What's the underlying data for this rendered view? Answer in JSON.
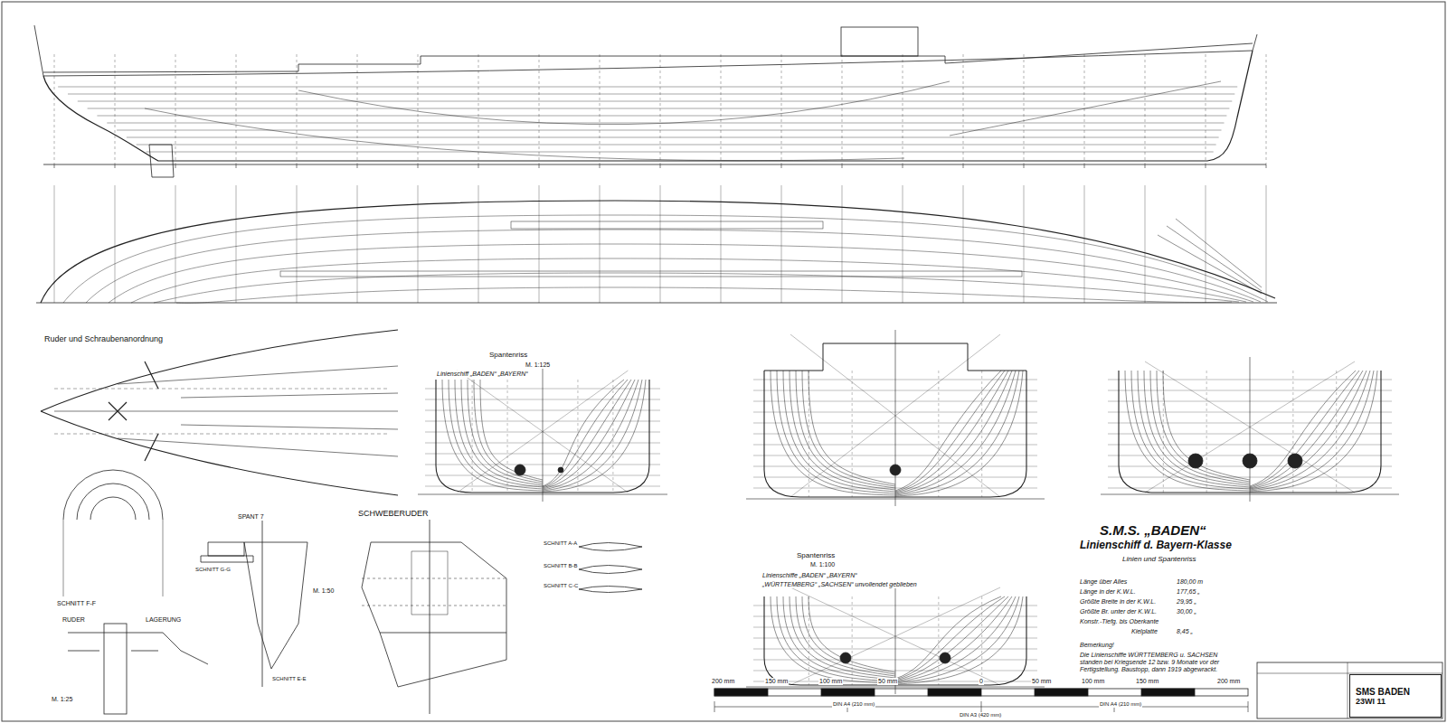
{
  "diagram": {
    "title": "S.M.S. „BADEN“",
    "nodes": [
      {
        "text": [
          "SMS BADEN",
          "23WI 11"
        ]
      }
    ],
    "labels": [
      "Ruder und Schraubenanordnung",
      "Spantenriss",
      "M. 1:125",
      "Linienschiff „BADEN“ „BAYERN“",
      "SCHWEBERUDER",
      "SCHNITT F-F",
      "RUDER",
      "LAGERUNG",
      "M. 1:25",
      "SPANT 7",
      "SCHNITT G-G",
      "SCHNITT E-E",
      "M. 1:50",
      "SCHNITT A-A",
      "SCHNITT B-B",
      "SCHNITT C-C",
      "Spantenriss",
      "M. 1:100",
      "Linienschiffe „BADEN“ „BAYERN“",
      "„WÜRTTEMBERG“ „SACHSEN“ unvollendet geblieben",
      "Linienschiff d. Bayern-Klasse",
      "Linien und Spantenriss",
      "Länge über Alles",
      "180,00 m",
      "Länge in der K.W.L.",
      "177,65 „",
      "Größte Breite in der K.W.L.",
      "29,95 „",
      "Größte Br. unter der K.W.L.",
      "30,00 „",
      "Konstr.-Tiefg. bis Oberkante",
      "Kielplatte",
      "8,45 „",
      "Bemerkung!",
      "Die Linienschiffe WÜRTTEMBERG u. SACHSEN standen bei Kriegsende 12 bzw. 9 Monate vor der Fertigstellung. Baustopp, dann 1919 abgewrackt.",
      "200 mm",
      "150 mm",
      "100 mm",
      "50 mm",
      "0",
      "50 mm",
      "100 mm",
      "150 mm",
      "200 mm",
      "DIN A4 (210 mm)",
      "DIN A4 (210 mm)",
      "DIN A3 (420 mm)"
    ]
  }
}
